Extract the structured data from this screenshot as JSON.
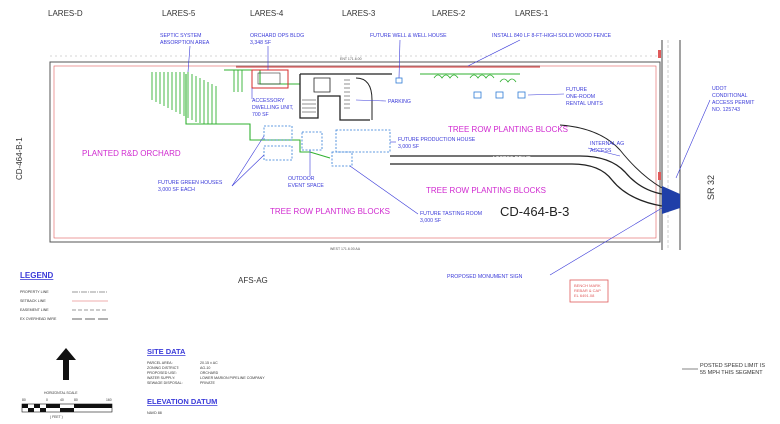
{
  "colors": {
    "label_blue": "#3b3bd9",
    "label_magenta": "#d02ad0",
    "property_red": "#e05a5a",
    "green_lines": "#31b131",
    "building_blue": "#2e7bd6",
    "linework": "#222222"
  },
  "top_labels": [
    "LARES-D",
    "LARES-5",
    "LARES-4",
    "LARES-3",
    "LARES-2",
    "LARES-1"
  ],
  "side_labels": {
    "left": "CD-464-B-1",
    "right": "SR 32",
    "center": "CD-464-B-3",
    "bottom": "AFS-AG"
  },
  "callouts": {
    "septic": [
      "SEPTIC SYSTEM",
      "ABSORPTION AREA"
    ],
    "orchard_ops": [
      "ORCHARD OPS BLDG",
      "3,348 SF"
    ],
    "well": "FUTURE WELL & WELL HOUSE",
    "fence": "INSTALL 840 LF 8-FT-HIGH SOLID WOOD FENCE",
    "accessory": [
      "ACCESSORY",
      "DWELLING UNIT,",
      "700 SF"
    ],
    "parking": "PARKING",
    "rental": [
      "FUTURE",
      "ONE-ROOM",
      "RENTAL UNITS"
    ],
    "udot": [
      "UDOT",
      "CONDITIONAL",
      "ACCESS PERMIT",
      "NO. 125743"
    ],
    "internal_ag": [
      "INTERNAL AG",
      "ACCESS"
    ],
    "production": [
      "FUTURE PRODUCTION HOUSE",
      "3,000 SF"
    ],
    "access_drive": "ACCESS DRIVE",
    "greenhouses": [
      "FUTURE GREEN HOUSES",
      "3,000 SF EACH"
    ],
    "outdoor": [
      "OUTDOOR",
      "EVENT SPACE"
    ],
    "tasting": [
      "FUTURE TASTING ROOM",
      "3,000 SF"
    ],
    "monument": "PROPOSED MONUMENT SIGN",
    "bench": [
      "BENCH MARK",
      "REBAR & CAP",
      "EL 6491.08"
    ],
    "posted_speed": [
      "POSTED SPEED LIMIT IS",
      "55 MPH THIS SEGMENT"
    ]
  },
  "zones": {
    "orchard": "PLANTED R&D ORCHARD",
    "tree_row_1": "TREE ROW PLANTING BLOCKS",
    "tree_row_2": "TREE ROW PLANTING BLOCKS",
    "tree_row_3": "TREE ROW PLANTING BLOCKS"
  },
  "legend": {
    "title": "LEGEND",
    "items": [
      "PROPERTY LINE",
      "SETBACK LINE",
      "EASEMENT LINE",
      "EX OVERHEAD WIRE"
    ]
  },
  "site_data": {
    "title": "SITE DATA",
    "rows": [
      {
        "k": "PARCEL AREA:",
        "v": "20.15 ± AC"
      },
      {
        "k": "ZONING DISTRICT:",
        "v": "AG-10"
      },
      {
        "k": "PROPOSED USE:",
        "v": "ORCHARD"
      },
      {
        "k": "WATER SUPPLY:",
        "v": "LOWER MARION PIPELINE COMPANY"
      },
      {
        "k": "SEWAGE DISPOSAL:",
        "v": "PRIVATE"
      }
    ]
  },
  "elevation": {
    "title": "ELEVATION DATUM",
    "value": "NAVD 88"
  },
  "north": "NORTH",
  "scale": {
    "title": "HORIZONTAL SCALE",
    "ticks": [
      "80",
      "0",
      "40",
      "80",
      "160"
    ],
    "unit": "( FEET )"
  }
}
